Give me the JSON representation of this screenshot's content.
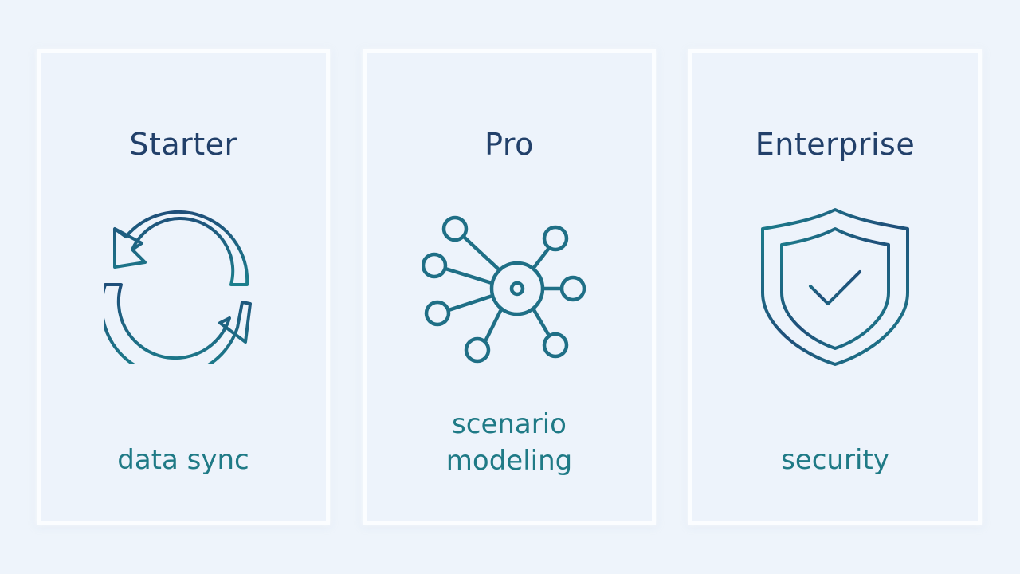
{
  "cards": [
    {
      "title": "Starter",
      "label": "data sync",
      "icon": "refresh-icon"
    },
    {
      "title": "Pro",
      "label_line1": "scenario",
      "label_line2": "modeling",
      "icon": "network-hub-icon"
    },
    {
      "title": "Enterprise",
      "label": "security",
      "icon": "shield-check-icon"
    }
  ],
  "colors": {
    "background": "#eef4fb",
    "title": "#22406a",
    "label": "#1f7a86",
    "icon_navy": "#1f4f7a",
    "icon_teal": "#1c7f8c"
  }
}
